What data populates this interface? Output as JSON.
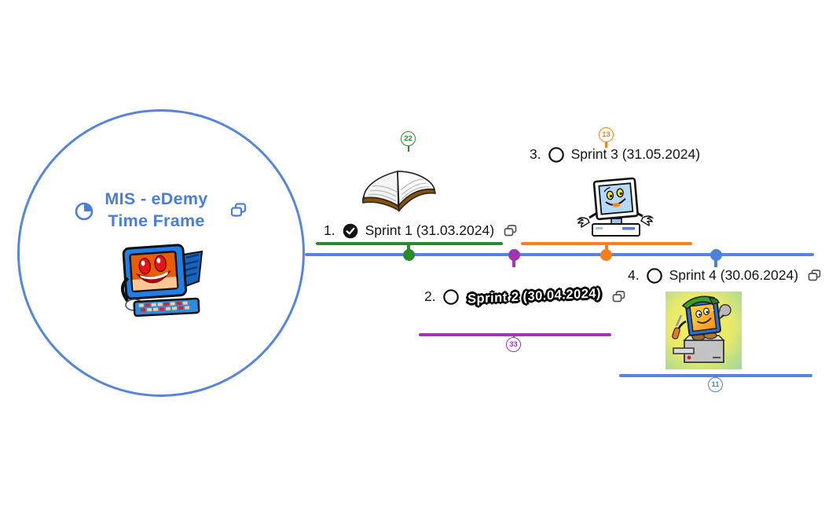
{
  "root_topic": {
    "title_line1": "MIS - eDemy",
    "title_line2": "Time Frame",
    "color": "#4a7ed7",
    "icons": [
      "clock-icon",
      "copy-icon"
    ],
    "image": "smiling-computer-clipart"
  },
  "timeline": {
    "color": "#5585dd"
  },
  "topics": [
    {
      "number": "1.",
      "label": "Sprint 1 (31.03.2024)",
      "checked": true,
      "color": "#2b8a2b",
      "badge": "22",
      "copy_icon": true,
      "image": "open-book-clipart"
    },
    {
      "number": "2.",
      "label": "Sprint 2 (30.04.2024)",
      "checked": false,
      "color": "#a335b5",
      "badge": "33",
      "copy_icon": true,
      "label_style": "graffiti"
    },
    {
      "number": "3.",
      "label": "Sprint 3 (31.05.2024)",
      "checked": false,
      "color": "#f5801e",
      "badge": "13",
      "copy_icon": false,
      "image": "shrugging-monitor-clipart"
    },
    {
      "number": "4.",
      "label": "Sprint 4 (30.06.2024)",
      "checked": false,
      "color": "#4d80d8",
      "badge": "11",
      "copy_icon": true,
      "image": "computer-repair-clipart"
    }
  ]
}
